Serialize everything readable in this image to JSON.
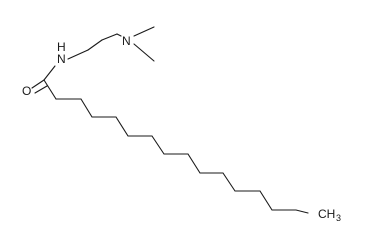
{
  "molecule": {
    "labels": {
      "nh": "N",
      "nh_h": "H",
      "n_amine": "N",
      "o": "O",
      "ch3_c": "CH",
      "ch3_sub": "3"
    }
  }
}
